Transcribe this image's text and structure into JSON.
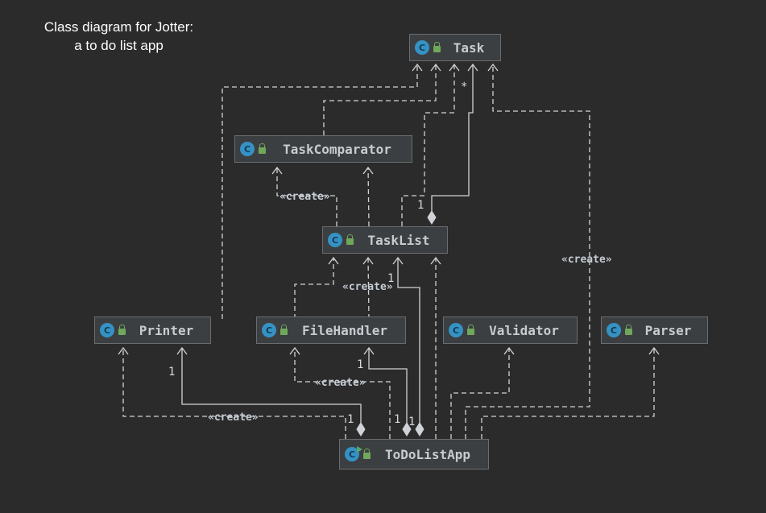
{
  "title": {
    "line1": "Class diagram for Jotter:",
    "line2": "a to do list app"
  },
  "classes": {
    "task": "Task",
    "task_comparator": "TaskComparator",
    "task_list": "TaskList",
    "printer": "Printer",
    "file_handler": "FileHandler",
    "validator": "Validator",
    "parser": "Parser",
    "todo_list_app": "ToDoListApp"
  },
  "icons": {
    "class_icon_letter": "C",
    "class_icon": "class-icon",
    "public_icon": "lock-open-icon"
  },
  "labels": {
    "create": "«create»",
    "one": "1",
    "many": "*"
  }
}
